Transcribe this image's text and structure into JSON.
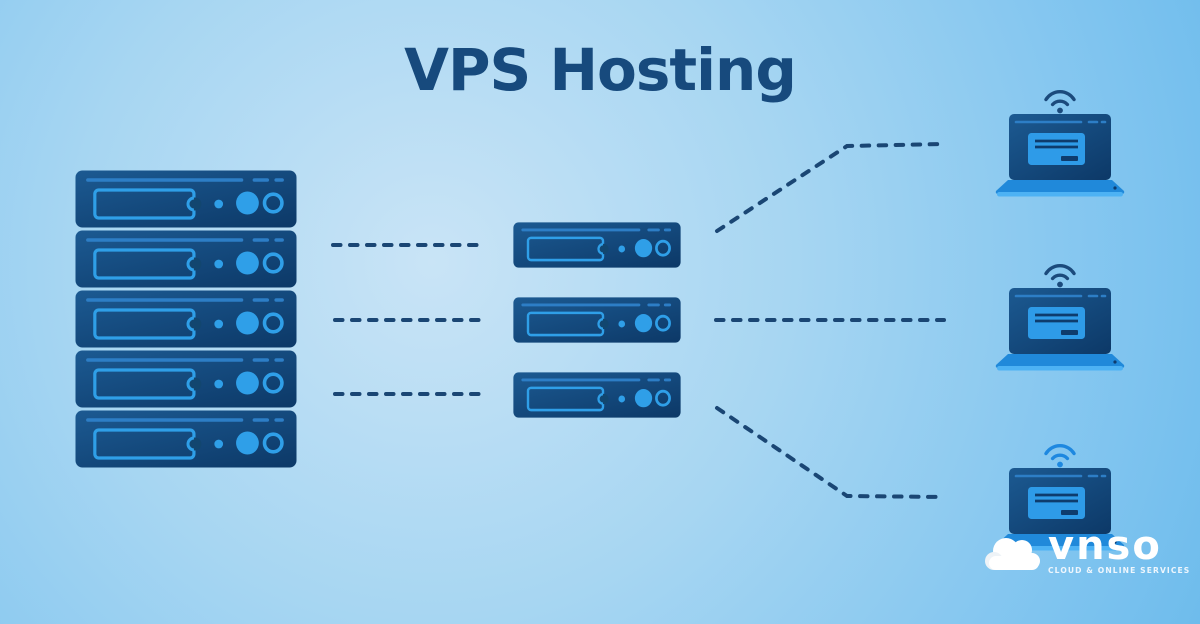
{
  "title": "VPS Hosting",
  "logo": {
    "brand": "vnso",
    "tagline": "CLOUD & ONLINE SERVICES"
  },
  "diagram": {
    "rack": {
      "label": "physical-server-rack",
      "unit_count": 5
    },
    "vps_servers": {
      "label": "vps-instances",
      "count": 3
    },
    "client_laptops": {
      "label": "client-laptops",
      "count": 3
    },
    "connections": {
      "rack_to_vps": 3,
      "vps_to_client": 3,
      "style": "dashed"
    }
  },
  "icons": {
    "server-unit-icon": "rack server with indicator lights",
    "wifi-icon": "wireless signal arcs with dot",
    "laptop-icon": "laptop with app window on screen",
    "cloud-icon": "white cloud logo mark"
  },
  "palette": {
    "background_center": "#c9e4f6",
    "background_edge": "#6ebcec",
    "title_color": "#174a7d",
    "server_body_light": "#1c5a92",
    "server_body_dark": "#0d3a69",
    "accent_blue": "#2f9fe8",
    "panel_line_blue": "#2d7ec6",
    "connector_navy": "#1a4674",
    "laptop_window_blue": "#2e9be8",
    "laptop_base_blue": "#2089da",
    "laptop_base_edge": "#4db2f4",
    "wifi_dark": "#1b4a7c",
    "wifi_bright": "#1e88e0",
    "logo_white": "#ffffff"
  }
}
